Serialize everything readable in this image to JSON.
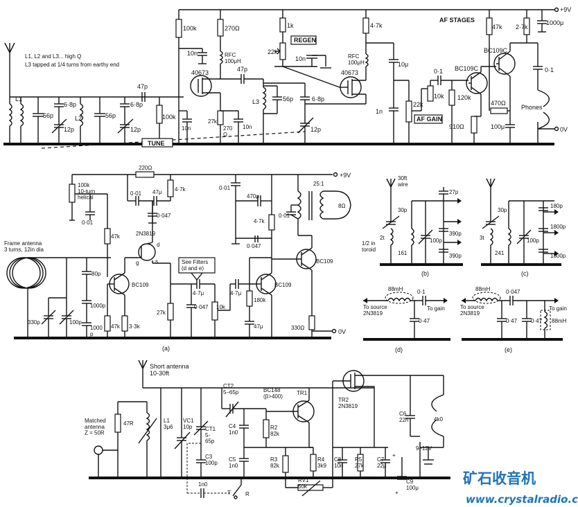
{
  "panel_top": {
    "supply_label": "+9V",
    "ground_label": "0V",
    "note_line1": "L1, L2 and L3... high Q",
    "note_line2": "L3 tapped at 1/4 turns from earthy end",
    "af_stages": "AF STAGES",
    "regen": "REGEN",
    "af_gain": "AF GAIN",
    "tune": "TUNE",
    "phones": "Phones",
    "labels": {
      "r100k": "100k",
      "r270": "270Ω",
      "r1k": "1k",
      "r47k_a": "4·7k",
      "r47k_b": "47k",
      "r27k": "2·7k",
      "c1000u": "1000μ",
      "c10n_a": "10n",
      "rfc1": "RFC\n100μH",
      "pot22k_a": "22k",
      "c10n_b": "10n",
      "rfc2": "RFC\n100μH",
      "c10u": "10μ",
      "bc109c_a": "BC109C",
      "bc109c_b": "BC109C",
      "c01": "0·1",
      "c01b": "0·1",
      "l1": "L1",
      "l2": "L2",
      "l3": "L3",
      "c56p_a": "56p",
      "c68p_a": "6·8p",
      "c56p_b": "56p",
      "c68p_b": "6·8p",
      "c12p_a": "12p",
      "c12p_b": "12p",
      "c47p_a": "47p",
      "r100k_b": "100k",
      "mos1": "40673",
      "c47p_b": "47p",
      "mos2": "40673",
      "c56p_c": "56p",
      "c68p_c": "6·8p",
      "c12p_c": "12p",
      "c1n": "1n",
      "pot22k_b": "22k",
      "r10k": "10k",
      "r120k": "120k",
      "r470": "470Ω",
      "r27k_b": "27k",
      "c10n_c": "10n",
      "r270b": "270\nΩ",
      "c10n_d": "10n",
      "r910": "910Ω",
      "c100u": "100μ"
    }
  },
  "panel_a": {
    "caption": "(a)",
    "supply_label": "+9V",
    "ground_label": "0V",
    "frame_antenna": "Frame antenna\n3 turns, 12in dia",
    "see_filters": "See Filters\n(d and e)",
    "labels": {
      "r220": "220Ω",
      "r100k": "100k\n10-turn\nhelical",
      "c001_a": "0·01",
      "c001_b": "0·01",
      "c47u_a": "47μ",
      "r47k_a": "4·7k",
      "c0047": "0·047",
      "fet": "2N3819",
      "c001_c": "0·01",
      "c470u": "470μ",
      "c001_d": "0·01",
      "r47k_b": "4·7k",
      "c0047b": "0·047",
      "xf": "25:1",
      "r8": "8Ω",
      "bc109_a": "BC109",
      "bc109_b": "BC109",
      "bc109_c": "BC109",
      "r47k_c": "47k",
      "c80p": "80p",
      "c1000p_a": "1000p",
      "c100p": "100p",
      "c1000p_b": "1000\np",
      "r47k_d": "47k",
      "r33k": "3·3k",
      "c330p": "330p",
      "c47u_b": "4·7μ",
      "c47u_c": "4·7μ",
      "r27k": "27k",
      "c0047c": "0·047",
      "pot10k": "10k",
      "r180k": "180k",
      "c47u_d": "47μ",
      "r330": "330Ω",
      "pin_d": "d",
      "pin_g": "g",
      "pin_s": "s"
    }
  },
  "panel_b": {
    "caption": "(b)",
    "wire": "30ft\nwire",
    "labels": {
      "c30p": "30p",
      "turns": "2t",
      "c161": "161",
      "c100p": "100p",
      "toroid": "1/2 in\ntoroid",
      "c27p": "27p",
      "c390p_a": "390p",
      "c390p_b": "390p"
    }
  },
  "panel_c": {
    "caption": "(c)",
    "labels": {
      "c30p": "30p",
      "turns": "3t",
      "c241": "241",
      "c100p": "100p",
      "c180p": "180p",
      "c1800p_a": "1800p",
      "c1800p_b": "1800p"
    }
  },
  "panel_d": {
    "caption": "(d)",
    "labels": {
      "l88": "88mH",
      "c01": "0·1",
      "c047": "0·47",
      "to_source": "To source\n2N3819",
      "to_gain": "To gain"
    }
  },
  "panel_e": {
    "caption": "(e)",
    "labels": {
      "l88": "88mH",
      "c0047": "0·047",
      "c047a": "0·47",
      "c047b": "0·47",
      "l88b": "88mH",
      "to_source": "To source\n2N3819",
      "to_gain": "To gain"
    }
  },
  "panel_bottom": {
    "short_antenna": "Short antenna\n10-30ft",
    "matched_antenna": "Matched\nantenna\nZ = 50R",
    "labels": {
      "r47r": "47R",
      "l1": "L1\n3μ6",
      "vc1": "VC1\n10p",
      "ct1": "CT1\n5-\n65p",
      "c3": "C3\n100p",
      "ct2": "CT2\n5–65p",
      "c4": "C4\n1n0",
      "c5": "C5\n1n0",
      "bc148": "BC148\n(β>400)",
      "tr1": "TR1",
      "r2": "R2\n82k",
      "r3": "R3\n82k",
      "r4": "R4\n3k9",
      "tr2": "TR2\n2N3819",
      "c6": "C6\n22n",
      "r4k0": "4k0",
      "c8": "C8\n10n",
      "r5": "R5\n27k",
      "c7": "C7\n22μ",
      "vbat": "9–12V",
      "c9": "C9\n100μ",
      "rv1": "RV1\n50k",
      "c1n0": "1n0",
      "sw_t": "T",
      "sw_r": "R"
    }
  },
  "watermark": {
    "title": "矿石收音机",
    "url": "www.crystalradio.cn"
  }
}
